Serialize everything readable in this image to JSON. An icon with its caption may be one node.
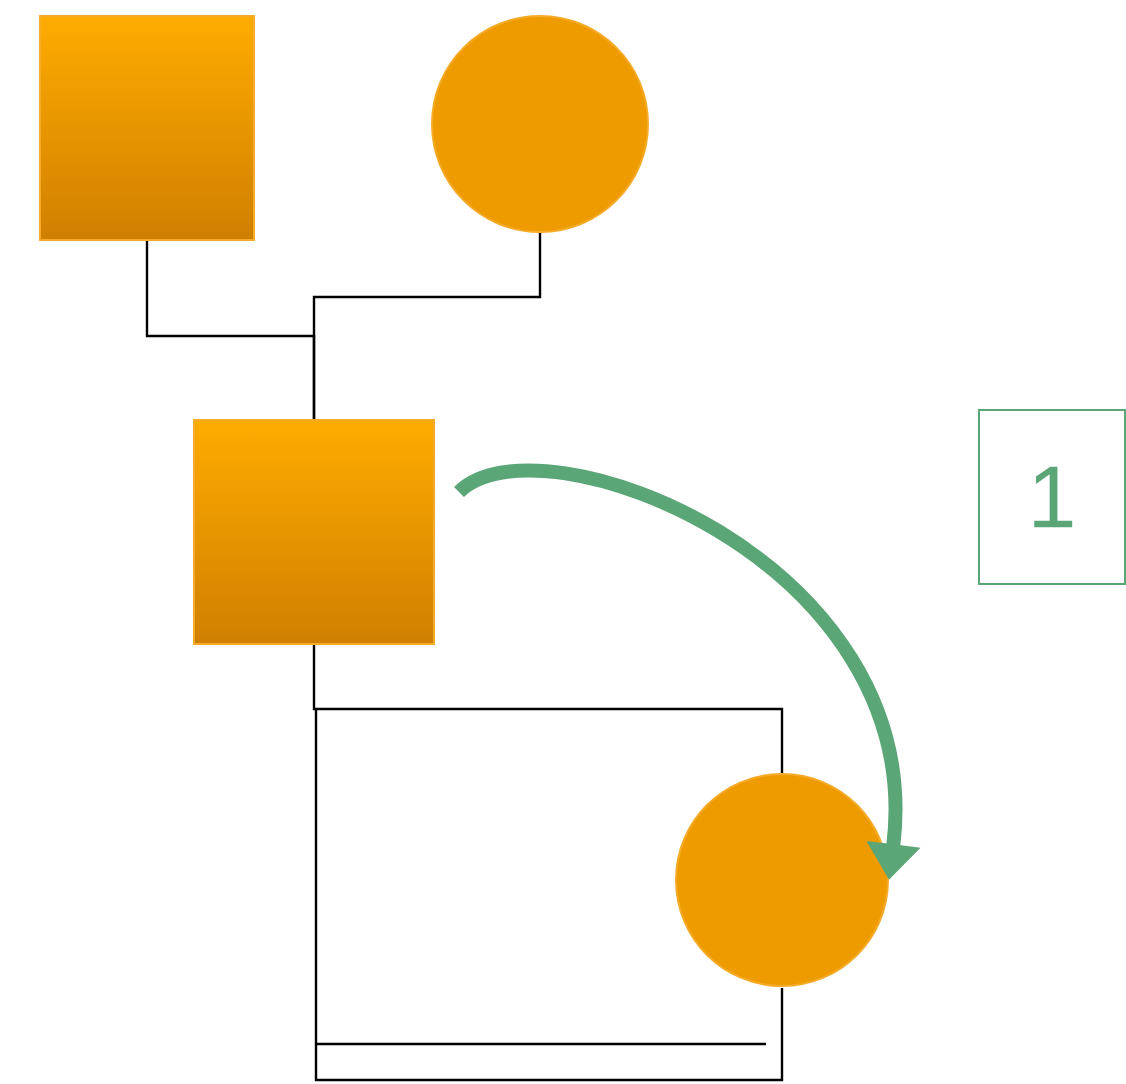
{
  "diagram": {
    "nodes": [
      {
        "text": [],
        "shape": "box"
      },
      {
        "text": [],
        "shape": "circle"
      },
      {
        "text": [],
        "shape": "box"
      },
      {
        "text": [],
        "shape": "circle"
      },
      {
        "text": [
          "1"
        ]
      }
    ],
    "edges": [
      {
        "from": 0,
        "to": 2,
        "arrow": "none"
      },
      {
        "from": 1,
        "to": 2,
        "arrow": "none"
      },
      {
        "from": 2,
        "to": 3,
        "arrow": "none"
      },
      {
        "from": 2,
        "to": 3,
        "arrow": "to",
        "style": "thick",
        "color": "#5ba677"
      }
    ]
  }
}
